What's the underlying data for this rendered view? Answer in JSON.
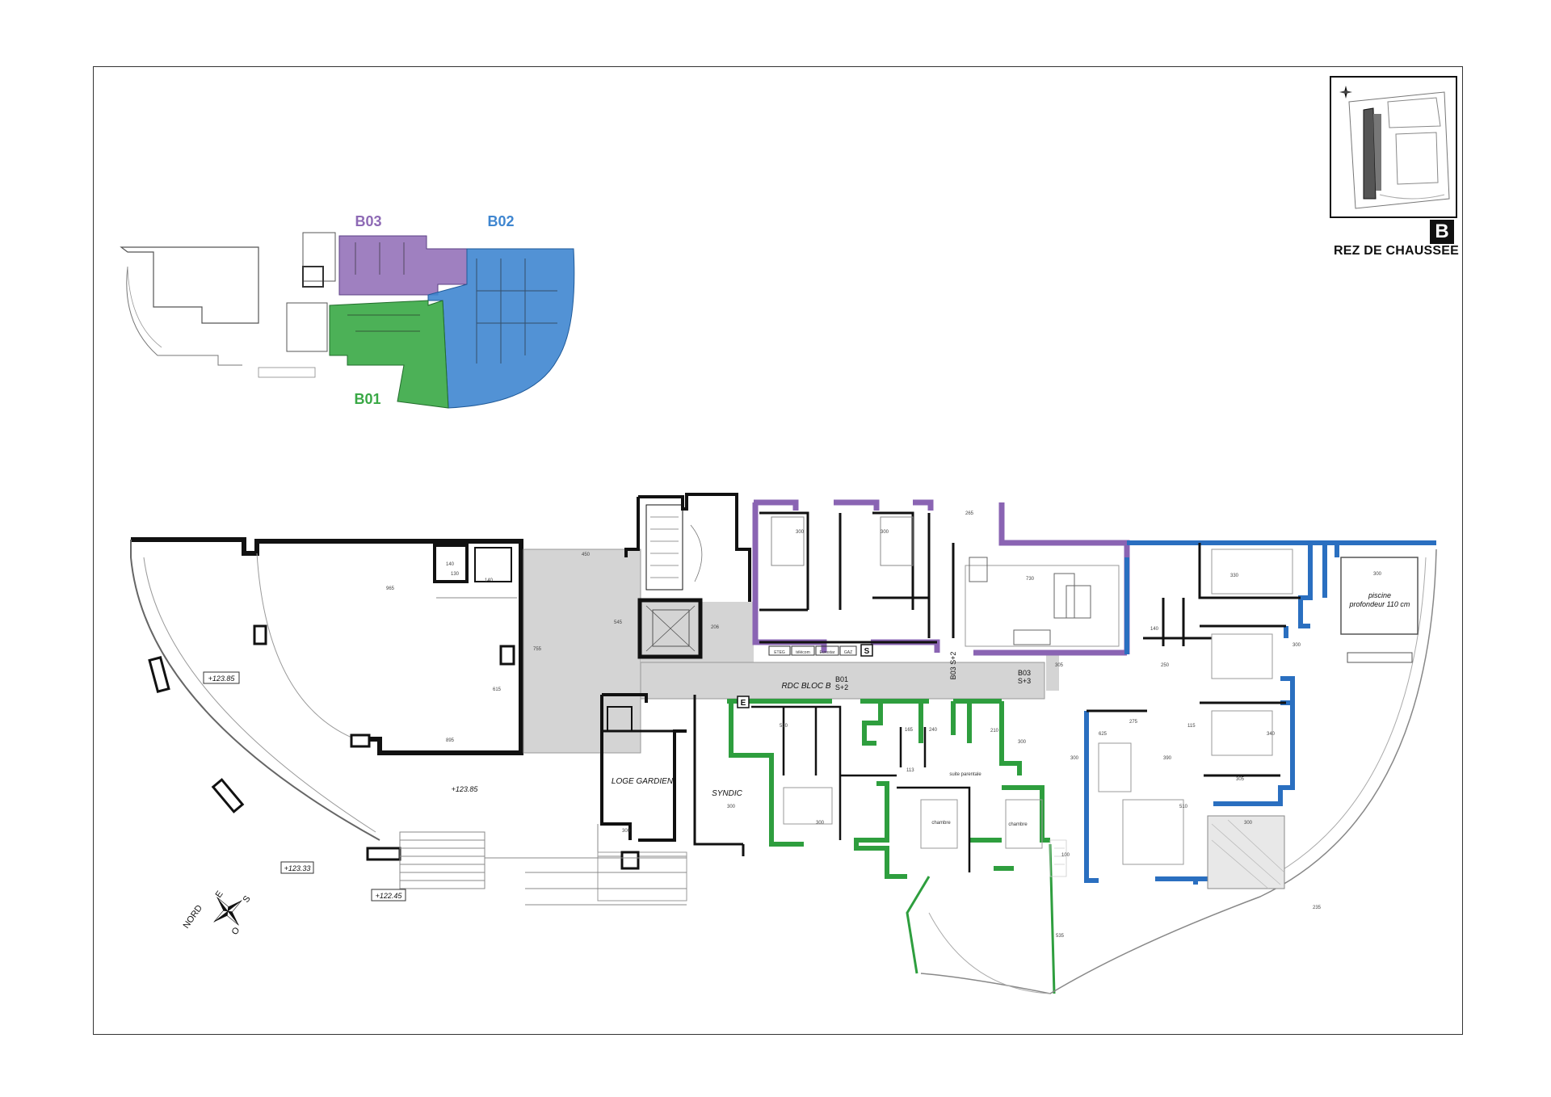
{
  "sheet": {
    "title": "REZ DE CHAUSSEE",
    "bloc_letter": "B"
  },
  "key_plan": {
    "units": [
      {
        "label": "B03",
        "color": "#8e6ab5"
      },
      {
        "label": "B02",
        "color": "#3f86d0"
      },
      {
        "label": "B01",
        "color": "#39a845"
      }
    ]
  },
  "plan": {
    "corridor_label": "RDC BLOC B",
    "stair_b01": "B01\nS+2",
    "stair_b03": "B03\nS+2",
    "stair_b03_right": "B03\nS+3",
    "loge": "LOGE GARDIEN",
    "syndic": "SYNDIC",
    "levels": [
      "+123.85",
      "+123.85",
      "+123.33",
      "+122.45"
    ],
    "pool": "piscine\nprofondeur 110 cm",
    "rooms_small": [
      "chambre",
      "chambre",
      "suite parentale"
    ],
    "utility": [
      "ETEG",
      "télécom",
      "Eurostar",
      "GAZ"
    ],
    "markers": [
      "S",
      "E"
    ],
    "dims": [
      "965",
      "450",
      "130",
      "140",
      "140",
      "615",
      "895",
      "755",
      "545",
      "206",
      "300",
      "510",
      "300",
      "300",
      "300",
      "300",
      "300",
      "730",
      "305",
      "250",
      "275",
      "390",
      "510",
      "330",
      "305",
      "300",
      "265",
      "140",
      "165",
      "240",
      "100",
      "300",
      "210",
      "113",
      "300",
      "300",
      "340",
      "625",
      "235",
      "115",
      "535"
    ],
    "compass": {
      "nord": "NORD",
      "e": "E",
      "s": "S",
      "o": "O"
    }
  },
  "colors": {
    "b01": "#2e9e3e",
    "b02": "#2a6fc0",
    "b03": "#8a64b3",
    "common": "#d4d4d4",
    "wall": "#111111"
  }
}
